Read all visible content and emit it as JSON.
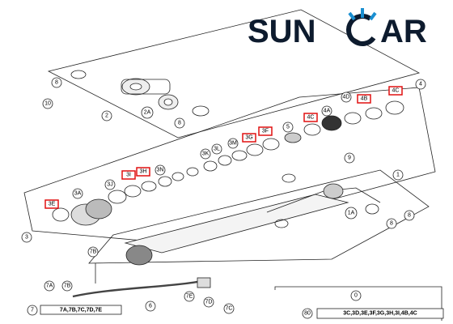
{
  "brand": {
    "part1": "SUN",
    "part2": "AR",
    "accent": "#1a8fd1",
    "text_color": "#0d1b2e"
  },
  "highlight_color": "#e01010",
  "callouts": {
    "c1": "1",
    "c1A": "1A",
    "c2": "2",
    "c2A": "2A",
    "c3": "3",
    "c3A": "3A",
    "c3J": "3J",
    "c3K": "3K",
    "c3L": "3L",
    "c3M": "3M",
    "c3N": "3N",
    "c4": "4",
    "c4A": "4A",
    "c4D": "4D",
    "c5": "5",
    "c6": "6",
    "c7": "7",
    "c7A": "7A",
    "c7B_small": "7B",
    "c7B": "7B",
    "c7C": "7C",
    "c7D": "7D",
    "c7E": "7E",
    "c8a": "8",
    "c8b": "8",
    "c8c": "8",
    "c8d": "8",
    "c9": "9",
    "c10": "10",
    "c0": "0",
    "c80": "80"
  },
  "highlights": {
    "h3E": "3E",
    "h3I": "3I",
    "h3H": "3H",
    "h3G": "3G",
    "h3F": "3F",
    "h4C": "4C",
    "h4B": "4B",
    "h4C2": "4C"
  },
  "kit_labels": {
    "seal_kit": "7A,7B,7C,7D,7E",
    "seal_kit_full": "3C,3D,3E,3F,3G,3H,3I,4B,4C"
  }
}
